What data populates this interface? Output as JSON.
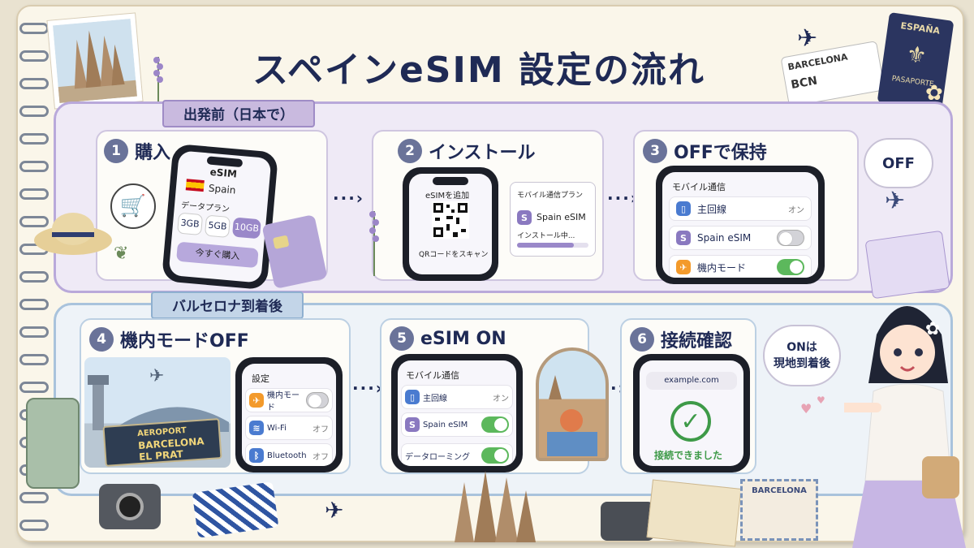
{
  "title": "スペインeSIM 設定の流れ",
  "sections": {
    "before": "出発前（日本で）",
    "after": "バルセロナ到着後"
  },
  "steps": [
    {
      "num": "1",
      "title": "購入"
    },
    {
      "num": "2",
      "title": "インストール"
    },
    {
      "num": "3",
      "title": "OFFで保持"
    },
    {
      "num": "4",
      "title": "機内モードOFF"
    },
    {
      "num": "5",
      "title": "eSIM ON"
    },
    {
      "num": "6",
      "title": "接続確認"
    }
  ],
  "step1": {
    "header": "eSIM",
    "country": "Spain",
    "plan_label": "データプラン",
    "plans": [
      "3GB",
      "5GB",
      "10GB"
    ],
    "buy_button": "今すぐ購入"
  },
  "step2": {
    "qr_title": "eSIMを追加",
    "qr_caption": "QRコードをスキャン",
    "panel_title": "モバイル通信プラン",
    "esim_name": "Spain eSIM",
    "progress_label": "インストール中...",
    "progress": 0.8
  },
  "step3": {
    "header": "モバイル通信",
    "rows": [
      {
        "label": "主回線",
        "state": "オン"
      },
      {
        "label": "Spain eSIM",
        "state": "off"
      },
      {
        "label": "機内モード",
        "state": "on"
      }
    ],
    "bubble": "OFF"
  },
  "step4": {
    "header": "設定",
    "rows": [
      {
        "label": "機内モード",
        "state": "off"
      },
      {
        "label": "Wi-Fi",
        "state": "オフ"
      },
      {
        "label": "Bluetooth",
        "state": "オフ"
      }
    ],
    "sign": [
      "AEROPORT",
      "BARCELONA",
      "EL PRAT"
    ]
  },
  "step5": {
    "header": "モバイル通信",
    "rows": [
      {
        "label": "主回線",
        "state": "オン"
      },
      {
        "label": "Spain eSIM",
        "state": "on"
      },
      {
        "label": "データローミング",
        "state": "on"
      }
    ]
  },
  "step6": {
    "url": "example.com",
    "message": "接続できました",
    "bubble": "ONは\n現地到着後"
  },
  "decor": {
    "ticket_city": "BARCELONA",
    "ticket_code": "BCN",
    "passport_country": "ESPAÑA",
    "passport_label": "PASAPORTE",
    "stamp_city": "BARCELONA"
  },
  "colors": {
    "navy": "#1f2a55",
    "lavender": "#b9a9da",
    "sky": "#a9c3dc",
    "green": "#5cb85c",
    "orange": "#f39a2b",
    "purple_icon": "#8a79c0",
    "blue_icon": "#4a7bd0"
  }
}
